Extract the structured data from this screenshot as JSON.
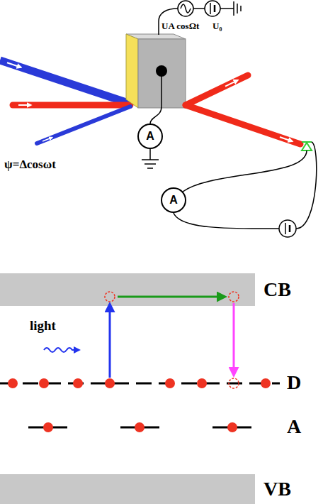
{
  "diagram": {
    "nodes": [
      {
        "text": [
          "A"
        ]
      },
      {
        "text": [
          "A"
        ]
      }
    ],
    "labels": [
      "UA cosΩt",
      "U₀",
      "ψ=Δcosωt",
      "light",
      "CB",
      "D",
      "A",
      "VB"
    ]
  }
}
